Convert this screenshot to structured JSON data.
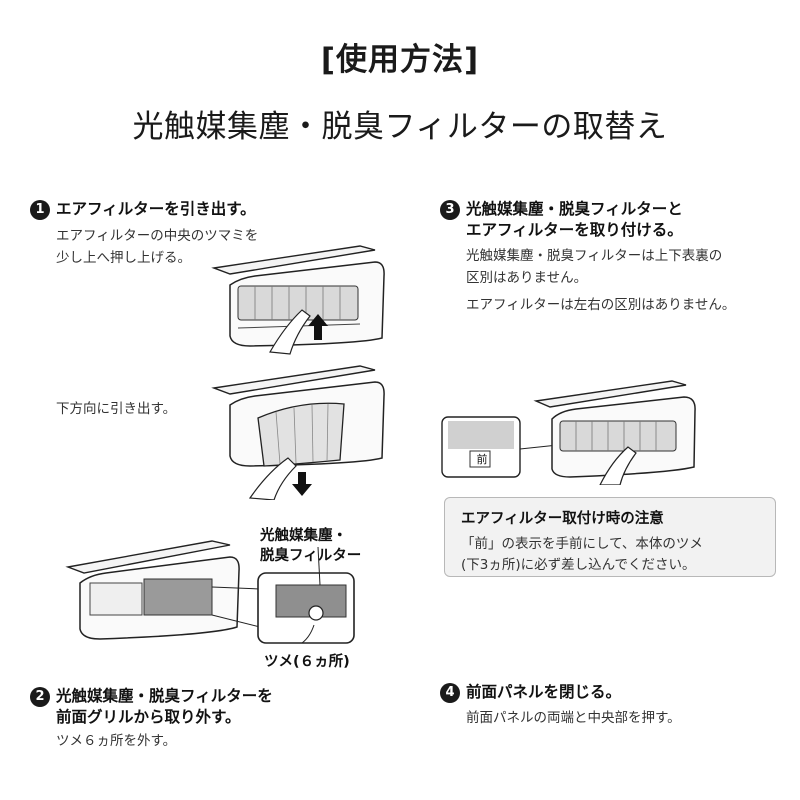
{
  "header": {
    "label": "[使用方法]",
    "title": "光触媒集塵・脱臭フィルターの取替え"
  },
  "steps": [
    {
      "num": "1",
      "heading": [
        "エアフィルターを引き出す。"
      ],
      "notes": [
        "エアフィルターの中央のツマミを",
        "少し上へ押し上げる。"
      ],
      "notes2": [
        "下方向に引き出す。"
      ]
    },
    {
      "num": "2",
      "heading": [
        "光触媒集塵・脱臭フィルターを",
        "前面グリルから取り外す。"
      ],
      "notes": [
        "ツメ６ヵ所を外す。"
      ]
    },
    {
      "num": "3",
      "heading": [
        "光触媒集塵・脱臭フィルターと",
        "エアフィルターを取り付ける。"
      ],
      "notes": [
        "光触媒集塵・脱臭フィルターは上下表裏の",
        "区別はありません。"
      ],
      "notes2": [
        "エアフィルターは左右の区別はありません。"
      ]
    },
    {
      "num": "4",
      "heading": [
        "前面パネルを閉じる。"
      ],
      "notes": [
        "前面パネルの両端と中央部を押す。"
      ]
    }
  ],
  "callouts": {
    "filter_label": [
      "光触媒集塵・",
      "脱臭フィルター"
    ],
    "tab_label": "ツメ(６ヵ所)",
    "front_tag": "前"
  },
  "caution": {
    "title": "エアフィルター取付け時の注意",
    "body": [
      "「前」の表示を手前にして、本体のツメ",
      "(下3ヵ所)に必ず差し込んでください。"
    ]
  }
}
